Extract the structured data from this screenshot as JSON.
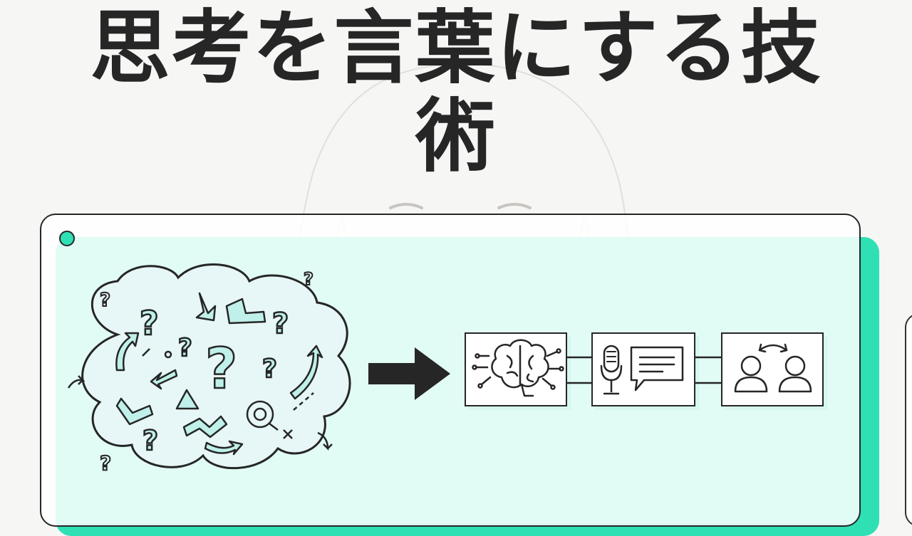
{
  "title": {
    "line1": "思考を言葉にする技",
    "line2": "術"
  },
  "colors": {
    "accent": "#2fe0b4",
    "ink": "#262626",
    "cloud_fill": "#e7f6f6",
    "background": "#f6f6f4"
  },
  "icons": {
    "confused_thoughts": "cloud-of-question-marks",
    "arrow": "right-arrow",
    "step1": "brain-icon",
    "step2": "microphone-speech-bubble-icon",
    "step3": "two-people-exchange-icon"
  }
}
